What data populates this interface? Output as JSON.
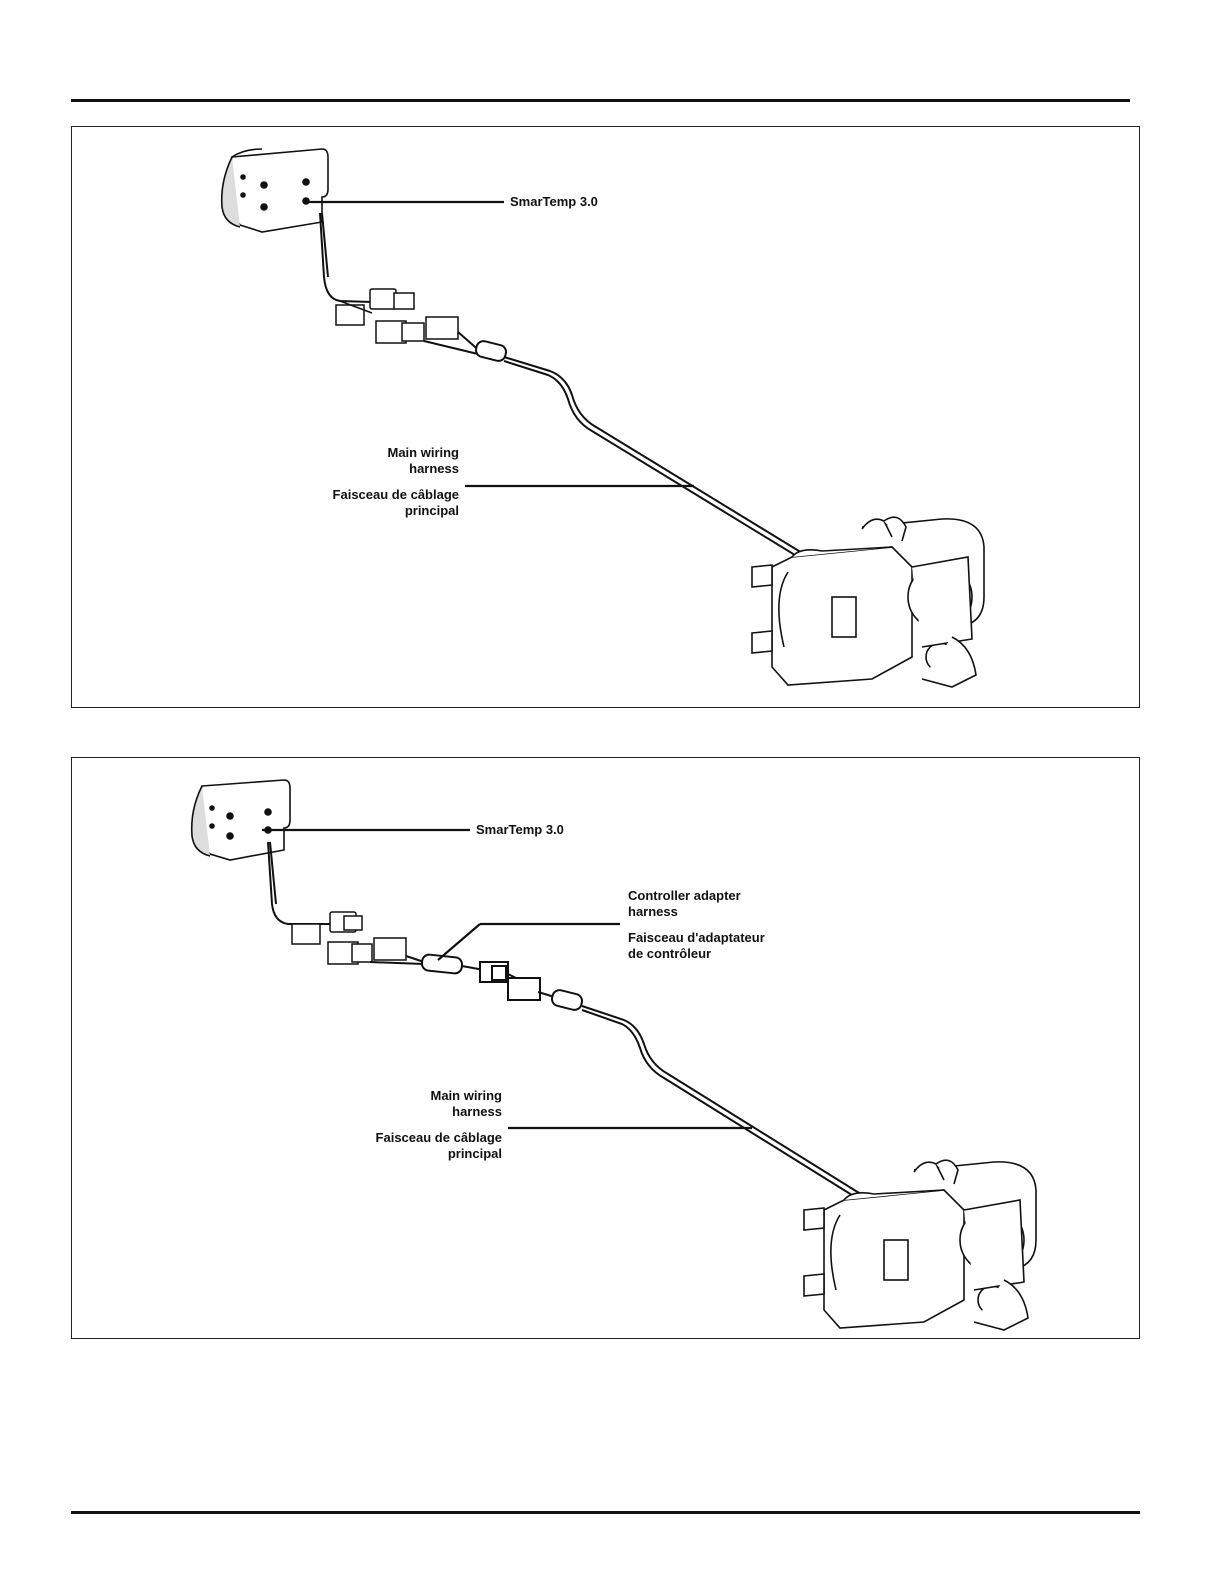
{
  "diagram_top": {
    "label_controller": "SmarTemp 3.0",
    "label_main_en_1": "Main wiring",
    "label_main_en_2": "harness",
    "label_main_fr_1": "Faisceau de câblage",
    "label_main_fr_2": "principal"
  },
  "diagram_bottom": {
    "label_controller": "SmarTemp 3.0",
    "label_adapter_en_1": "Controller adapter",
    "label_adapter_en_2": "harness",
    "label_adapter_fr_1": "Faisceau d'adaptateur",
    "label_adapter_fr_2": "de contrôleur",
    "label_main_en_1": "Main wiring",
    "label_main_en_2": "harness",
    "label_main_fr_1": "Faisceau de câblage",
    "label_main_fr_2": "principal"
  }
}
